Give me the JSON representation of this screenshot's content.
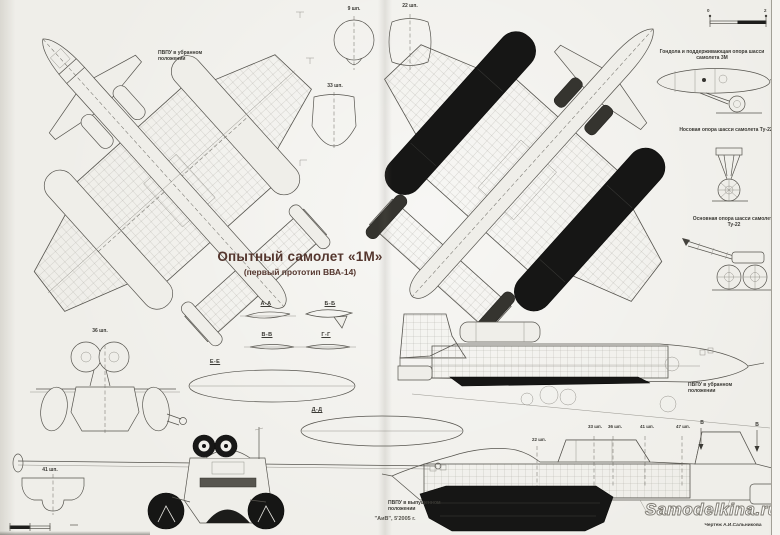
{
  "title_block": {
    "title": "Опытный самолет «1М»",
    "subtitle": "(первый прототип ВВА-14)"
  },
  "annotations": {
    "pvpu_retracted_plan": "ПВПУ в убранном положении",
    "pvpu_retracted_side": "ПВПУ в убранном положении",
    "pvpu_deployed_side": "ПВПУ в выпущенном положении"
  },
  "frame_sections": {
    "f9": "9 шп.",
    "f22": "22 шп.",
    "f33": "33 шп.",
    "f36": "36 шп.",
    "f41": "41 шп."
  },
  "section_views": {
    "aa": "А-А",
    "bb": "Б-Б",
    "vv": "В-В",
    "gg": "Г-Г",
    "ee": "Е-Е",
    "dd": "Д-Д"
  },
  "side_view_marks": {
    "m22": "22 шп.",
    "m33": "33 шп.",
    "m36": "36 шп.",
    "m41": "41 шп.",
    "m47": "47 шп.",
    "v_left": "В",
    "v_right": "В"
  },
  "details": {
    "nacelle_3m": "Гондола и поддерживающая опора шасси самолета 3М",
    "nose_gear_tu22": "Носовая опора шасси самолета Ту-22",
    "main_gear_tu22": "Основная опора шасси самолета Ту-22"
  },
  "scale_bar": {
    "left": "0",
    "right": "2"
  },
  "footer": {
    "source": "\"АиВ\", 5'2005 г.",
    "watermark": "Samodelkina.ru",
    "credit": "Чертеж А.И.Сальникова"
  },
  "colors": {
    "paper": "#efeee9",
    "ink": "#56544e",
    "black_fill": "#161615",
    "title_ink": "#54362e"
  }
}
